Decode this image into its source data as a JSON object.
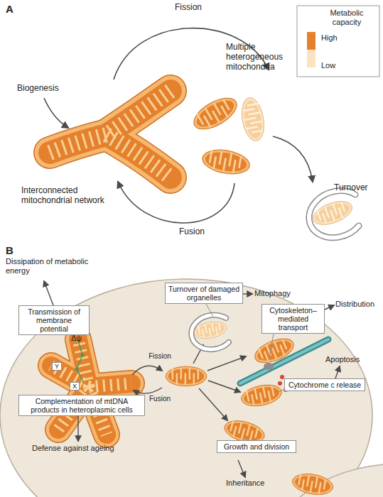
{
  "diagram": {
    "nodes": [
      {
        "text": [
          "Transmission of membrane potential"
        ]
      },
      {
        "text": [
          "Turnover of damaged organelles"
        ]
      },
      {
        "text": [
          "Cytoskeleton–mediated transport"
        ]
      },
      {
        "text": [
          "Y"
        ]
      },
      {
        "text": [
          "X"
        ]
      },
      {
        "text": [
          "Cytochrome c release"
        ]
      },
      {
        "text": [
          "Complementation of mtDNA products in heteroplasmic cells"
        ]
      },
      {
        "text": [
          "Growth and division"
        ]
      }
    ],
    "labels": [
      "A",
      "Fission",
      "Biogenesis",
      "Interconnected mitochondrial network",
      "Multiple heterogeneous mitochondria",
      "Metabolic capacity",
      "Turnover",
      "Fusion",
      "B",
      "Dissipation of metabolic energy",
      "Δψ",
      "Defense against ageing",
      "Fission",
      "Fusion",
      "Mitophagy",
      "Distribution",
      "Apoptosis",
      "Inheritance"
    ],
    "legend": [
      {
        "text": "High",
        "color": "#e5812c"
      },
      {
        "text": "Low",
        "color": "#fbe3c2"
      }
    ]
  }
}
